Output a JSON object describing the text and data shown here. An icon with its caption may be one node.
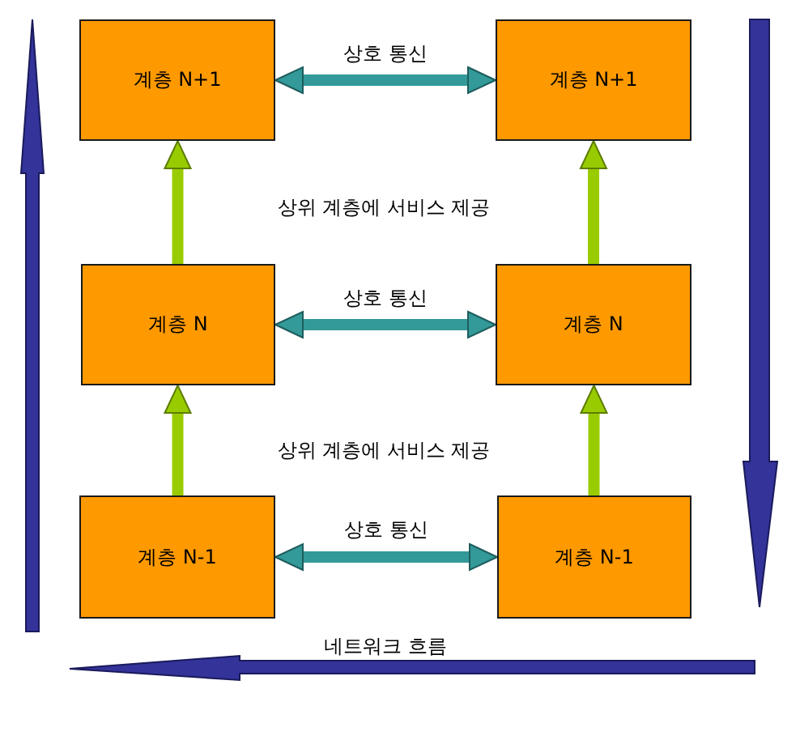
{
  "diagram": {
    "nodes": [
      {
        "text": [
          "계층 N+1"
        ]
      },
      {
        "text": [
          "계층 N+1"
        ]
      },
      {
        "text": [
          "계층 N"
        ]
      },
      {
        "text": [
          "계층 N"
        ]
      },
      {
        "text": [
          "계층 N-1"
        ]
      },
      {
        "text": [
          "계층 N-1"
        ]
      }
    ],
    "edges": [
      {
        "from": 0,
        "to": 1,
        "arrow": "both",
        "label": "상호 통신",
        "color": "#339999"
      },
      {
        "from": 2,
        "to": 0,
        "arrow": "to"
      },
      {
        "from": 3,
        "to": 1,
        "arrow": "to"
      },
      {
        "from": 2,
        "to": 3,
        "arrow": "both",
        "label": "상호 통신",
        "color": "#339999"
      },
      {
        "from": 4,
        "to": 2,
        "arrow": "to"
      },
      {
        "from": 5,
        "to": 3,
        "arrow": "to"
      },
      {
        "from": 4,
        "to": 5,
        "arrow": "both",
        "label": "상호 통신",
        "color": "#339999"
      }
    ],
    "labels": [
      "상위 계층에 서비스 제공",
      "상위 계층에 서비스 제공",
      "네트워크 흐름"
    ]
  }
}
